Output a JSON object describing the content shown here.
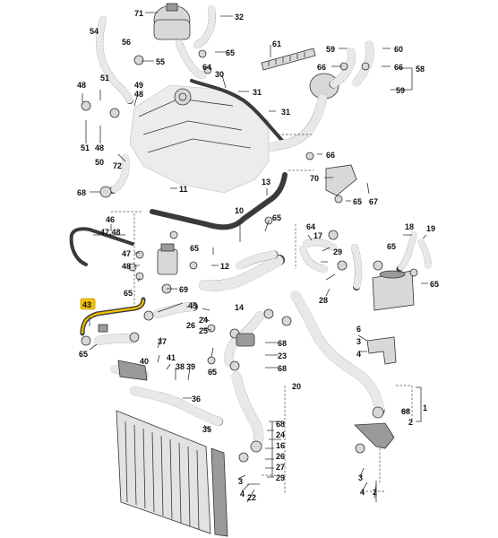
{
  "diagram": {
    "highlight_color": "#f2c200",
    "highlighted_part": "43",
    "labels": {
      "l71": "71",
      "l32": "32",
      "l54": "54",
      "l56": "56",
      "l55": "55",
      "l65a": "65",
      "l64": "64",
      "l61": "61",
      "l59a": "59",
      "l60": "60",
      "l66a": "66",
      "l66b": "66",
      "l58": "58",
      "l59b": "59",
      "l30": "30",
      "l31a": "31",
      "l31b": "31",
      "l48a": "48",
      "l51a": "51",
      "l49": "49",
      "l48b": "48",
      "l50": "50",
      "l51b": "51",
      "l48c": "48",
      "l72": "72",
      "l66c": "66",
      "l68a": "68",
      "l11": "11",
      "l70": "70",
      "l65b": "65",
      "l67": "67",
      "l13": "13",
      "l10": "10",
      "l65c": "65",
      "l46": "46",
      "l4748": "47,48",
      "l47": "47",
      "l48d": "48",
      "l65d": "65",
      "l64b": "64",
      "l17": "17",
      "l29": "29",
      "l18": "18",
      "l19": "19",
      "l65e": "65",
      "l12": "12",
      "l6": "6",
      "l69": "69",
      "l28": "28",
      "l65f": "65",
      "l65g": "65",
      "l43": "43",
      "l45": "45",
      "l14": "14",
      "l24": "24",
      "l25": "25",
      "l26": "26",
      "l68b": "68",
      "l23": "23",
      "l68c": "68",
      "l3a": "3",
      "l4a": "4",
      "l65h": "65",
      "l37": "37",
      "l40": "40",
      "l41": "41",
      "l38": "38",
      "l39": "39",
      "l65i": "65",
      "l36": "36",
      "l35": "35",
      "l20": "20",
      "l68d": "68",
      "l2a": "2",
      "l1": "1",
      "l68e": "68",
      "l24b": "24",
      "l16": "16",
      "l26b": "26",
      "l27": "27",
      "l29b": "29",
      "l3b": "3",
      "l4b": "4",
      "l22": "22",
      "l3c": "3",
      "l4c": "4",
      "l2b": "2"
    }
  }
}
